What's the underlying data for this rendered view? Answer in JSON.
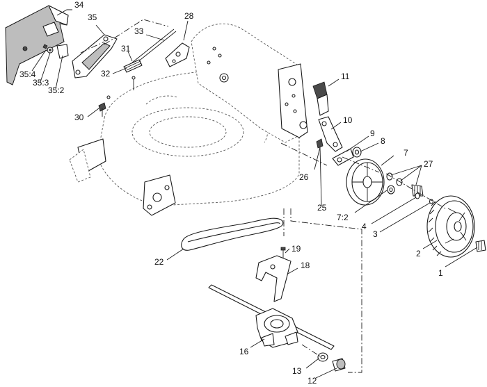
{
  "callouts": {
    "c1": "1",
    "c2": "2",
    "c3": "3",
    "c4": "4",
    "c7": "7",
    "c7_2": "7:2",
    "c8": "8",
    "c9": "9",
    "c10": "10",
    "c11": "11",
    "c12": "12",
    "c13": "13",
    "c16": "16",
    "c18": "18",
    "c19": "19",
    "c22": "22",
    "c25": "25",
    "c26": "26",
    "c27": "27",
    "c28": "28",
    "c30": "30",
    "c31": "31",
    "c32": "32",
    "c33": "33",
    "c34": "34",
    "c35": "35",
    "c35_2": "35:2",
    "c35_3": "35:3",
    "c35_4": "35:4"
  }
}
